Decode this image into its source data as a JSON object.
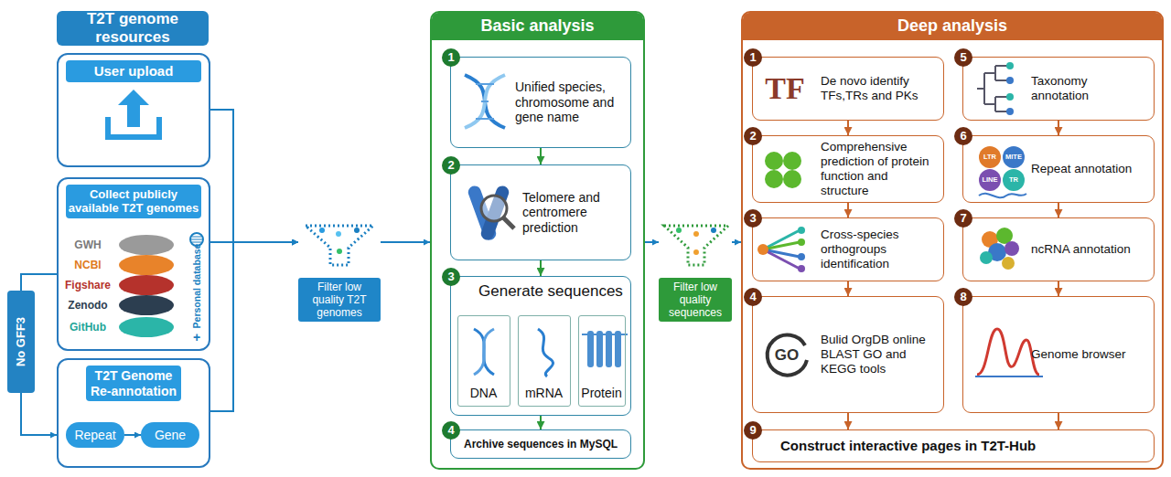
{
  "diagram": {
    "nodes": [
      {
        "text": [
          "T2T genome resources"
        ]
      },
      {
        "text": [
          "User upload"
        ]
      },
      {
        "text": [
          "Collect publicly available T2T genomes"
        ]
      },
      {
        "text": [
          "T2T Genome Re-annotation"
        ]
      },
      {
        "text": [
          "Repeat"
        ],
        "in": 3
      },
      {
        "text": [
          "Gene"
        ],
        "in": 3
      },
      {
        "text": [
          "No GFF3"
        ]
      },
      {
        "text": [
          "Filter low quality T2T genomes"
        ]
      },
      {
        "text": [
          "Basic analysis"
        ]
      },
      {
        "text": [
          "1",
          "Unified species, chromosome and gene name"
        ],
        "in": 8
      },
      {
        "text": [
          "2",
          "Telomere and centromere prediction"
        ],
        "in": 8
      },
      {
        "text": [
          "3",
          "Generate sequences"
        ],
        "in": 8
      },
      {
        "text": [
          "DNA"
        ],
        "in": 11
      },
      {
        "text": [
          "mRNA"
        ],
        "in": 11
      },
      {
        "text": [
          "Protein"
        ],
        "in": 11
      },
      {
        "text": [
          "4",
          "Archive sequences in MySQL"
        ],
        "in": 8
      },
      {
        "text": [
          "Filter low quality sequences"
        ]
      },
      {
        "text": [
          "Deep analysis"
        ]
      },
      {
        "text": [
          "1",
          "De novo identify TFs,TRs and PKs"
        ],
        "in": 17
      },
      {
        "text": [
          "2",
          "Comprehensive prediction of protein function and structure"
        ],
        "in": 17
      },
      {
        "text": [
          "3",
          "Cross-species orthogroups identification"
        ],
        "in": 17
      },
      {
        "text": [
          "4",
          "Bulid OrgDB online BLAST GO and KEGG tools"
        ],
        "in": 17
      },
      {
        "text": [
          "5",
          "Taxonomy annotation"
        ],
        "in": 17
      },
      {
        "text": [
          "6",
          "Repeat annotation"
        ],
        "in": 17
      },
      {
        "text": [
          "7",
          "ncRNA annotation"
        ],
        "in": 17
      },
      {
        "text": [
          "8",
          "Genome browser"
        ],
        "in": 17
      },
      {
        "text": [
          "9",
          "Construct interactive pages in T2T-Hub"
        ],
        "in": 17
      }
    ],
    "edges": [
      {
        "from": 4,
        "to": 5,
        "arrow": "to"
      },
      {
        "from": 2,
        "to": 6,
        "arrow": "none"
      },
      {
        "from": 6,
        "to": 3,
        "arrow": "to"
      },
      {
        "from": 1,
        "to": 7,
        "arrow": "to"
      },
      {
        "from": 2,
        "to": 7,
        "arrow": "to"
      },
      {
        "from": 3,
        "to": 7,
        "arrow": "to"
      },
      {
        "from": 7,
        "to": 8,
        "arrow": "to"
      },
      {
        "from": 9,
        "to": 10,
        "arrow": "to"
      },
      {
        "from": 10,
        "to": 11,
        "arrow": "to"
      },
      {
        "from": 11,
        "to": 15,
        "arrow": "to"
      },
      {
        "from": 8,
        "to": 16,
        "arrow": "to"
      },
      {
        "from": 16,
        "to": 17,
        "arrow": "to"
      },
      {
        "from": 18,
        "to": 19,
        "arrow": "to"
      },
      {
        "from": 19,
        "to": 20,
        "arrow": "to"
      },
      {
        "from": 20,
        "to": 21,
        "arrow": "to"
      },
      {
        "from": 21,
        "to": 26,
        "arrow": "to"
      },
      {
        "from": 22,
        "to": 23,
        "arrow": "to"
      },
      {
        "from": 23,
        "to": 24,
        "arrow": "to"
      },
      {
        "from": 24,
        "to": 25,
        "arrow": "to"
      },
      {
        "from": 25,
        "to": 26,
        "arrow": "to"
      }
    ],
    "labels": [
      "GWH",
      "NCBI",
      "Figshare",
      "Zenodo",
      "GitHub",
      "Personal database",
      "+",
      "TF",
      "GO",
      "LTR",
      "MITE",
      "LINE",
      "TR"
    ]
  }
}
